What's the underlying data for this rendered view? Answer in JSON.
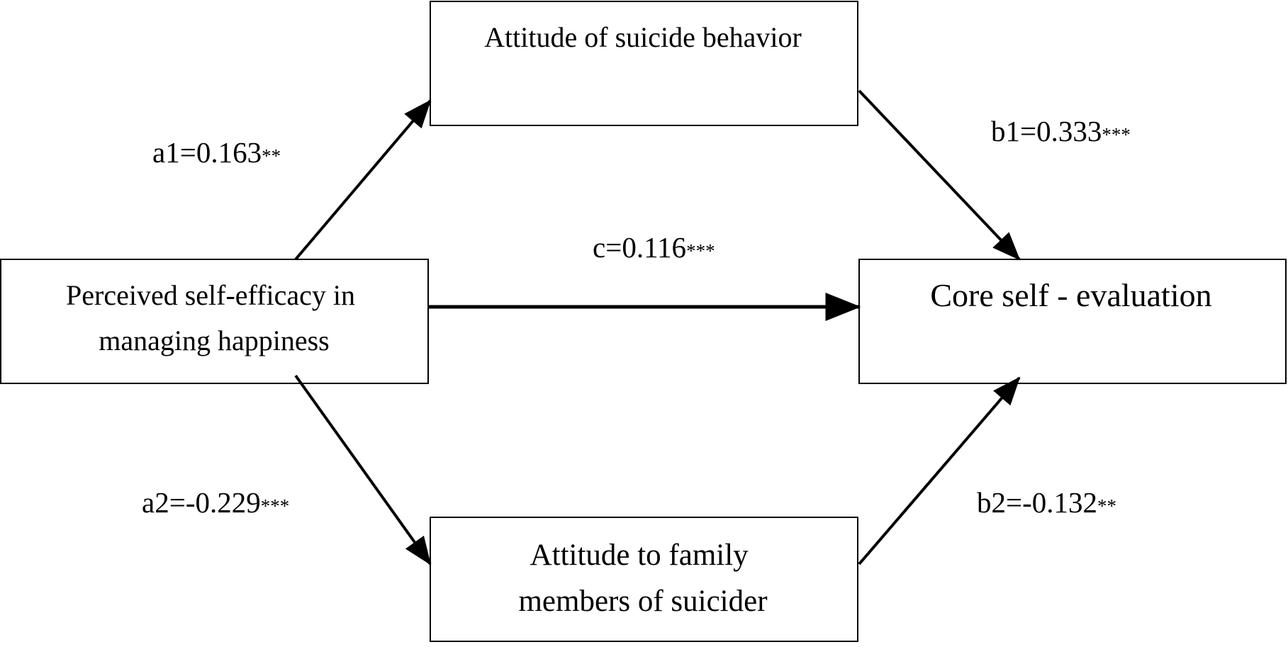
{
  "nodes": {
    "predictor": {
      "lines": [
        "Perceived self-efficacy in",
        "managing happiness"
      ]
    },
    "mediator_1": {
      "lines": [
        "Attitude of suicide behavior"
      ]
    },
    "mediator_2": {
      "lines": [
        "Attitude to family",
        "members of suicider"
      ]
    },
    "outcome": {
      "lines": [
        "Core self - evaluation"
      ]
    }
  },
  "paths": {
    "a1": {
      "value": "a1=0.163",
      "sig": "**"
    },
    "a2": {
      "value": "a2=-0.229",
      "sig": "***"
    },
    "b1": {
      "value": "b1=0.333",
      "sig": "***"
    },
    "b2": {
      "value": "b2=-0.132",
      "sig": "**"
    },
    "c": {
      "value": "c=0.116",
      "sig": "***"
    }
  },
  "colors": {
    "stroke": "#000000",
    "background": "#ffffff"
  }
}
